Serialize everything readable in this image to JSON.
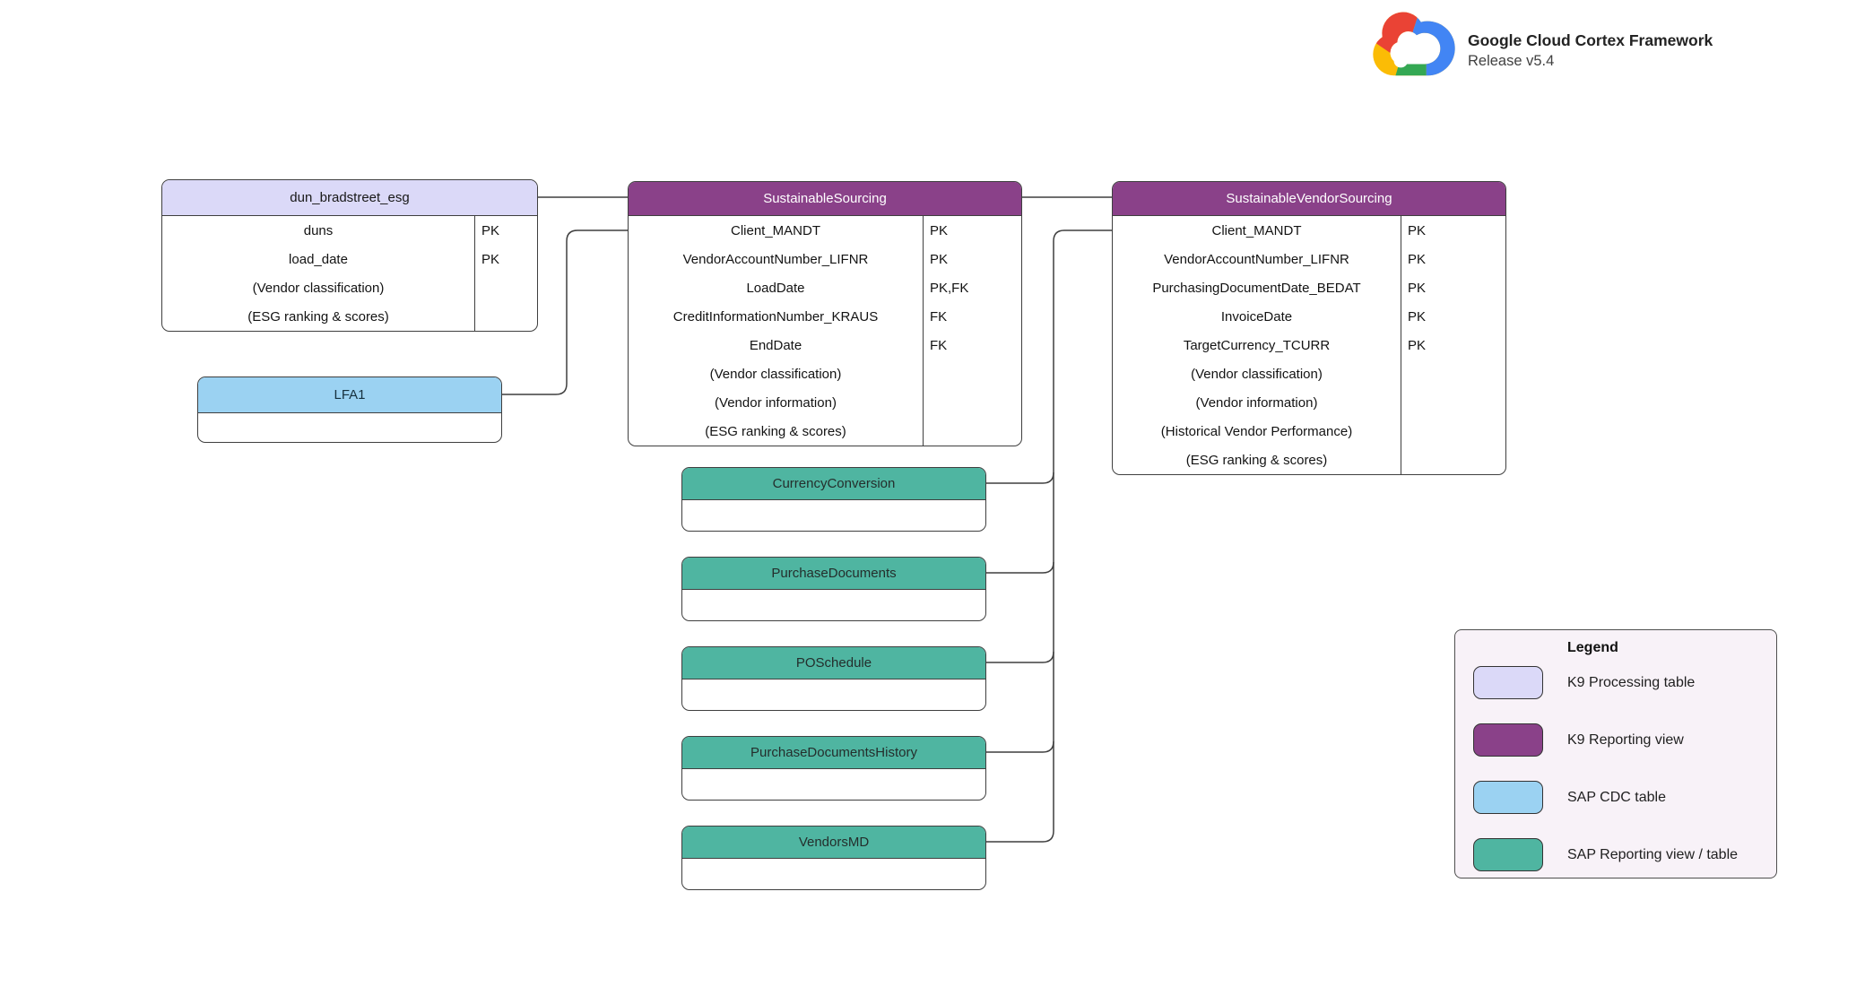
{
  "brand": {
    "title": "Google Cloud Cortex Framework",
    "subtitle": "Release v5.4",
    "logo_colors": {
      "red": "#EA4335",
      "yellow": "#FBBC05",
      "green": "#34A853",
      "blue": "#4285F4"
    }
  },
  "tables": [
    {
      "id": "dun_bradstreet_esg",
      "title": "dun_bradstreet_esg",
      "type": "k9_processing_table",
      "color": "#dbd9f8",
      "rows": [
        {
          "name": "duns",
          "key": "PK"
        },
        {
          "name": "load_date",
          "key": "PK"
        },
        {
          "name": "(Vendor classification)",
          "key": ""
        },
        {
          "name": "(ESG ranking & scores)",
          "key": ""
        }
      ]
    },
    {
      "id": "SustainableSourcing",
      "title": "SustainableSourcing",
      "type": "k9_reporting_view",
      "color": "#8a4189",
      "rows": [
        {
          "name": "Client_MANDT",
          "key": "PK"
        },
        {
          "name": "VendorAccountNumber_LIFNR",
          "key": "PK"
        },
        {
          "name": "LoadDate",
          "key": "PK,FK"
        },
        {
          "name": "CreditInformationNumber_KRAUS",
          "key": "FK"
        },
        {
          "name": "EndDate",
          "key": "FK"
        },
        {
          "name": "(Vendor classification)",
          "key": ""
        },
        {
          "name": "(Vendor information)",
          "key": ""
        },
        {
          "name": "(ESG ranking & scores)",
          "key": ""
        }
      ]
    },
    {
      "id": "SustainableVendorSourcing",
      "title": "SustainableVendorSourcing",
      "type": "k9_reporting_view",
      "color": "#8a4189",
      "rows": [
        {
          "name": "Client_MANDT",
          "key": "PK"
        },
        {
          "name": "VendorAccountNumber_LIFNR",
          "key": "PK"
        },
        {
          "name": "PurchasingDocumentDate_BEDAT",
          "key": "PK"
        },
        {
          "name": "InvoiceDate",
          "key": "PK"
        },
        {
          "name": "TargetCurrency_TCURR",
          "key": "PK"
        },
        {
          "name": "(Vendor classification)",
          "key": ""
        },
        {
          "name": "(Vendor information)",
          "key": ""
        },
        {
          "name": "(Historical Vendor Performance)",
          "key": ""
        },
        {
          "name": "(ESG ranking & scores)",
          "key": ""
        }
      ]
    },
    {
      "id": "LFA1",
      "title": "LFA1",
      "type": "sap_cdc_table",
      "color": "#9bd2f2",
      "rows": []
    },
    {
      "id": "CurrencyConversion",
      "title": "CurrencyConversion",
      "type": "sap_reporting_view_table",
      "color": "#4fb5a1",
      "rows": []
    },
    {
      "id": "PurchaseDocuments",
      "title": "PurchaseDocuments",
      "type": "sap_reporting_view_table",
      "color": "#4fb5a1",
      "rows": []
    },
    {
      "id": "POSchedule",
      "title": "POSchedule",
      "type": "sap_reporting_view_table",
      "color": "#4fb5a1",
      "rows": []
    },
    {
      "id": "PurchaseDocumentsHistory",
      "title": "PurchaseDocumentsHistory",
      "type": "sap_reporting_view_table",
      "color": "#4fb5a1",
      "rows": []
    },
    {
      "id": "VendorsMD",
      "title": "VendorsMD",
      "type": "sap_reporting_view_table",
      "color": "#4fb5a1",
      "rows": []
    }
  ],
  "edges": [
    {
      "from": "dun_bradstreet_esg",
      "to": "SustainableSourcing"
    },
    {
      "from": "LFA1",
      "to": "SustainableSourcing"
    },
    {
      "from": "SustainableSourcing",
      "to": "SustainableVendorSourcing"
    },
    {
      "from": "CurrencyConversion",
      "to": "SustainableVendorSourcing"
    },
    {
      "from": "PurchaseDocuments",
      "to": "SustainableVendorSourcing"
    },
    {
      "from": "POSchedule",
      "to": "SustainableVendorSourcing"
    },
    {
      "from": "PurchaseDocumentsHistory",
      "to": "SustainableVendorSourcing"
    },
    {
      "from": "VendorsMD",
      "to": "SustainableVendorSourcing"
    }
  ],
  "legend": {
    "title": "Legend",
    "items": [
      {
        "label": "K9 Processing table",
        "color": "#dbd9f8"
      },
      {
        "label": "K9 Reporting view",
        "color": "#8a4189"
      },
      {
        "label": "SAP CDC table",
        "color": "#9bd2f2"
      },
      {
        "label": "SAP Reporting view / table",
        "color": "#4fb5a1"
      }
    ]
  }
}
